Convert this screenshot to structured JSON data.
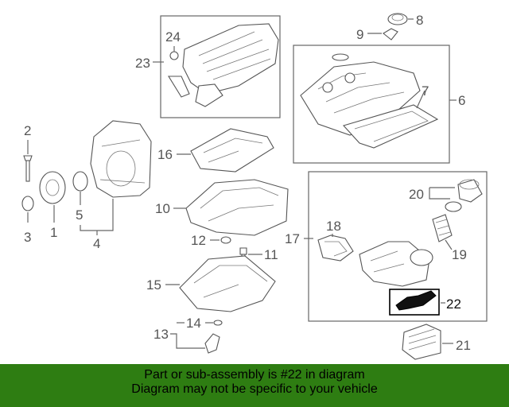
{
  "callouts": {
    "c1": "1",
    "c2": "2",
    "c3": "3",
    "c4": "4",
    "c5": "5",
    "c6": "6",
    "c7": "7",
    "c8": "8",
    "c9": "9",
    "c10": "10",
    "c11": "11",
    "c12": "12",
    "c13": "13",
    "c14": "14",
    "c15": "15",
    "c16": "16",
    "c17": "17",
    "c18": "18",
    "c19": "19",
    "c20": "20",
    "c21": "21",
    "c22": "22",
    "c23": "23",
    "c24": "24"
  },
  "highlighted_part": "22",
  "footer": {
    "line1": "Part or sub-assembly is #22 in diagram",
    "line2": "Diagram may not be specific to your vehicle",
    "background": "#2e7d12"
  }
}
